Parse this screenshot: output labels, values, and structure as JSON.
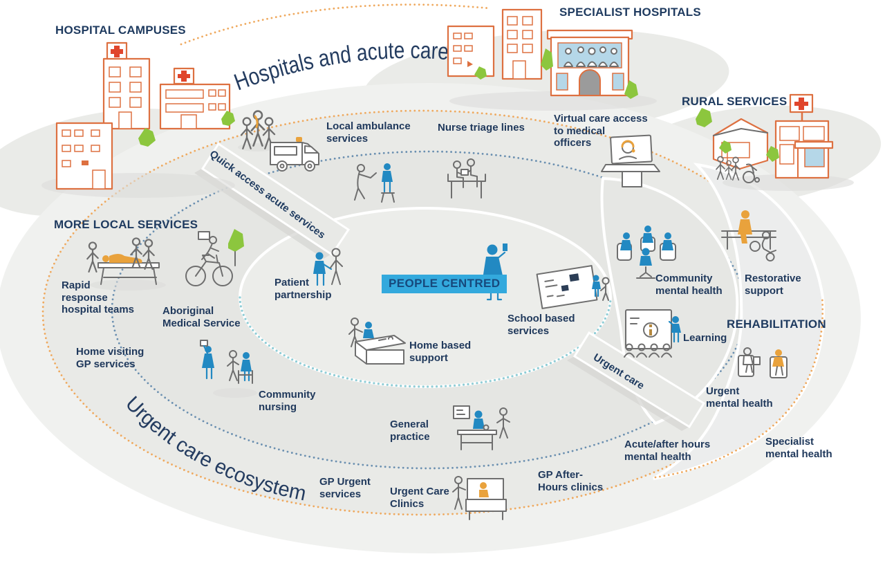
{
  "diagram": {
    "center_label": "PEOPLE CENTRED",
    "ring_titles": {
      "hospitals_and_acute_care": "Hospitals and acute care",
      "urgent_care_ecosystem": "Urgent care ecosystem"
    },
    "wedges": {
      "quick_access_acute_services": "Quick access acute services",
      "urgent_care": "Urgent care"
    },
    "section_headers": {
      "hospital_campuses": "HOSPITAL CAMPUSES",
      "specialist_hospitals": "SPECIALIST HOSPITALS",
      "rural_services": "RURAL SERVICES",
      "more_local_services": "MORE LOCAL SERVICES",
      "rehabilitation": "REHABILITATION"
    },
    "services": {
      "local_ambulance": "Local ambulance\nservices",
      "nurse_triage": "Nurse triage lines",
      "virtual_care": "Virtual care access\nto medical\nofficers",
      "rapid_response": "Rapid\nresponse\nhospital teams",
      "aboriginal_medical": "Aboriginal\nMedical Service",
      "home_visiting_gp": "Home visiting\nGP services",
      "community_nursing": "Community\nnursing",
      "patient_partnership": "Patient\npartnership",
      "home_based_support": "Home based\nsupport",
      "school_based_services": "School based\nservices",
      "community_mental_health": "Community\nmental health",
      "restorative_support": "Restorative\nsupport",
      "learning": "Learning",
      "urgent_mental_health": "Urgent\nmental health",
      "specialist_mental_health": "Specialist\nmental health",
      "acute_after_hours_mental_health": "Acute/after hours\nmental health",
      "gp_after_hours_clinics": "GP After-\nHours clinics",
      "urgent_care_clinics": "Urgent Care\nClinics",
      "gp_urgent_services": "GP Urgent\nservices",
      "general_practice": "General\npractice"
    },
    "colors": {
      "navy_text": "#1e3a5f",
      "people_centred_bg": "#33a9dd",
      "orange_dots": "#efa95e",
      "blue_dots": "#6a8fb0",
      "teal_dots": "#8fcdd6",
      "building_outline": "#dd7040",
      "red_cross": "#e0452c",
      "green_accent": "#8cc63e",
      "blue_figure": "#2289c2",
      "orange_figure": "#e9a23c"
    }
  }
}
